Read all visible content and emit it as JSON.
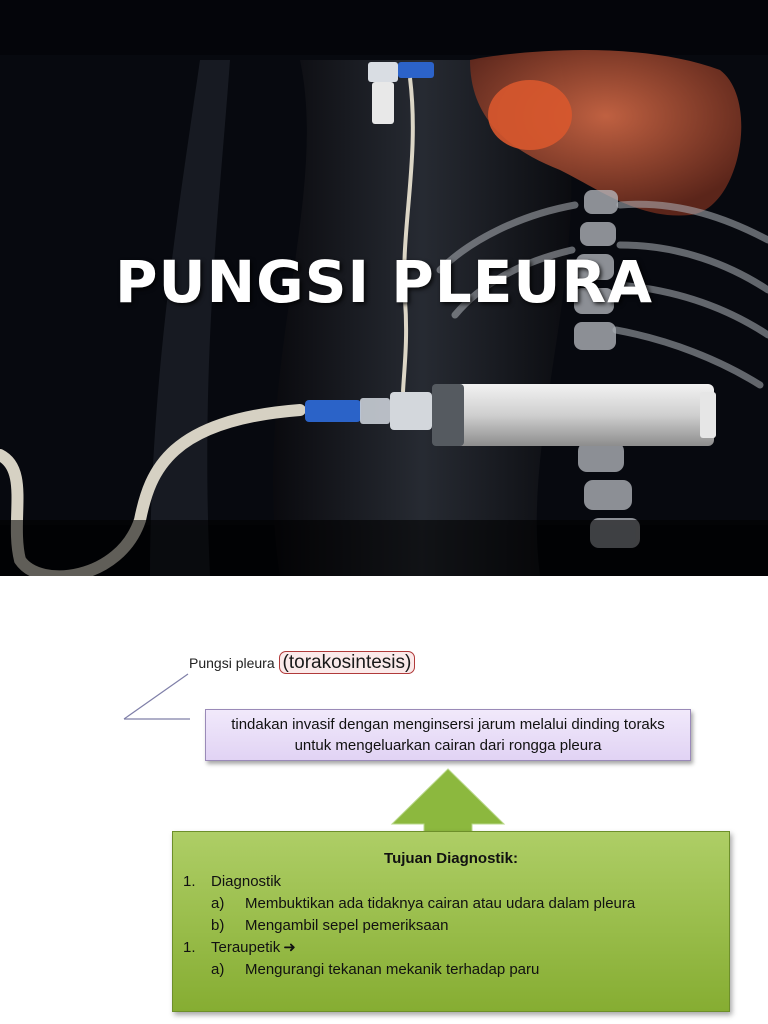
{
  "slide1": {
    "title": "PUNGSI PLEURA"
  },
  "slide2": {
    "heading": {
      "term": "Pungsi pleura",
      "synonym": "(torakosintesis)"
    },
    "definition": "tindakan invasif dengan menginsersi jarum melalui dinding toraks untuk mengeluarkan cairan dari rongga pleura",
    "purpose_box": {
      "title": "Tujuan Diagnostik:",
      "items": [
        {
          "number": "1.",
          "label": "Diagnostik",
          "subitems": [
            {
              "letter": "a)",
              "text": "Membuktikan ada tidaknya cairan atau udara dalam pleura"
            },
            {
              "letter": "b)",
              "text": "Mengambil sepel pemeriksaan"
            }
          ]
        },
        {
          "number": "1.",
          "label": "Teraupetik",
          "icon": "right-arrow-icon",
          "subitems": [
            {
              "letter": "a)",
              "text": "Mengurangi tekanan mekanik terhadap paru"
            }
          ]
        }
      ]
    },
    "colors": {
      "definition_fill": "#e7dcf7",
      "arrow_fill": "#8cb83e",
      "box_fill": "#9dc14e",
      "highlight_border": "#b03a3a"
    }
  }
}
